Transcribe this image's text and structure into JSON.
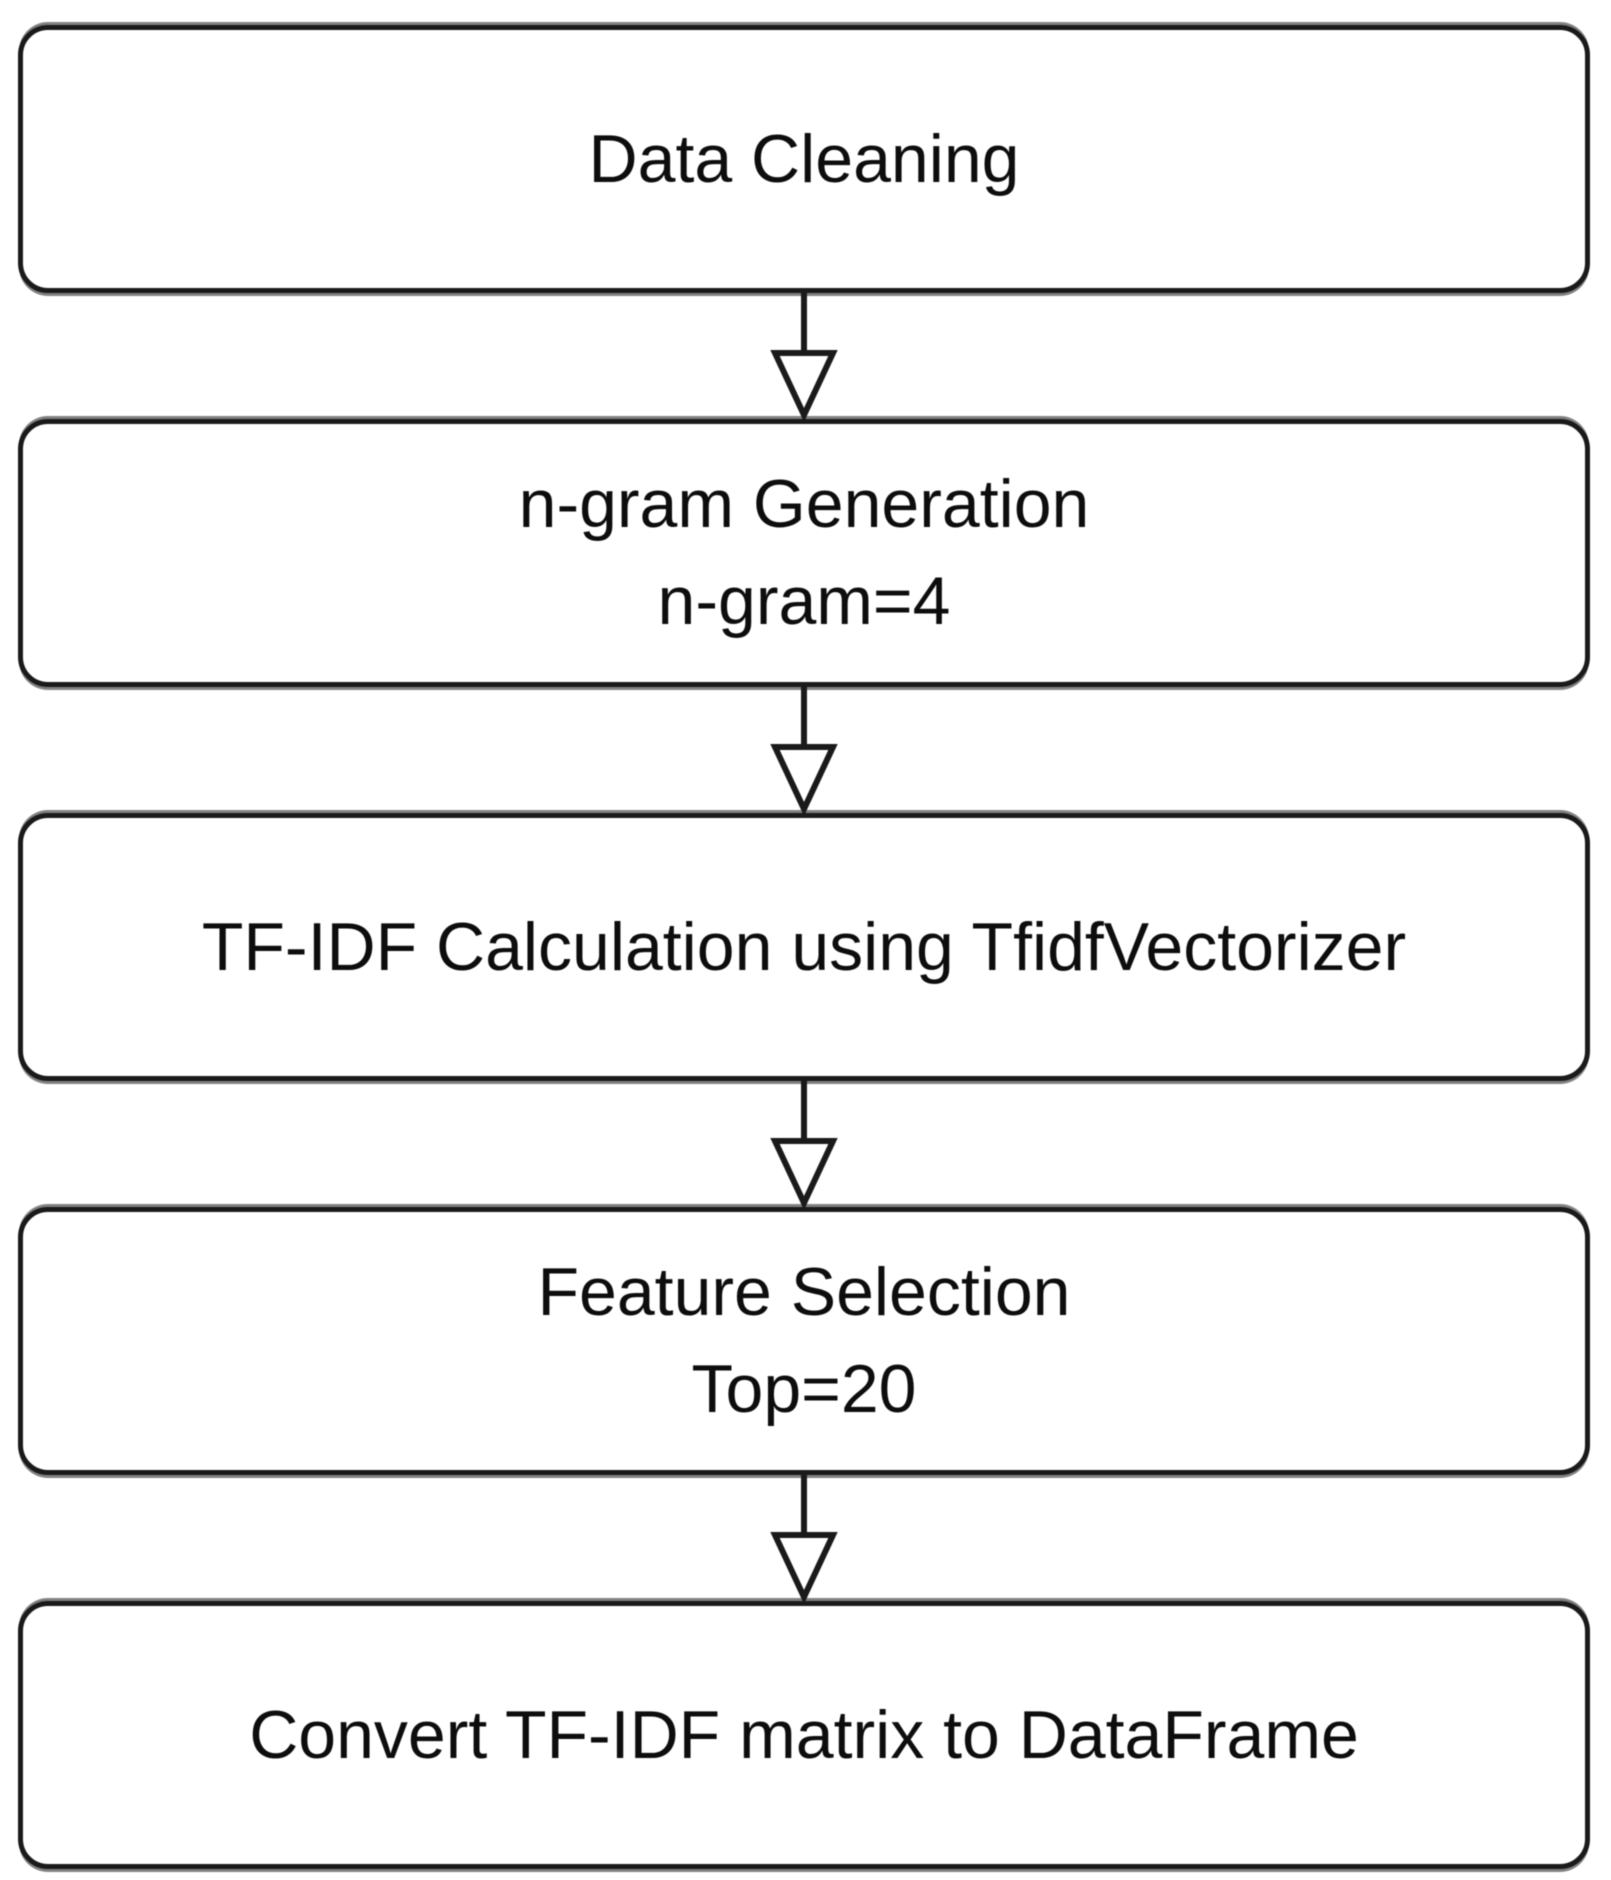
{
  "colors": {
    "background": "#ffffff",
    "node_fill": "#ffffff",
    "node_border": "#1a1a1a",
    "text": "#0d0d0d",
    "arrowhead_fill": "#ffffff"
  },
  "flowchart": {
    "type": "vertical-flowchart",
    "nodes": [
      {
        "id": "data-cleaning",
        "lines": [
          "Data Cleaning"
        ]
      },
      {
        "id": "ngram-generation",
        "lines": [
          "n-gram Generation",
          "n-gram=4"
        ]
      },
      {
        "id": "tfidf-calculation",
        "lines": [
          "TF-IDF Calculation using TfidfVectorizer"
        ]
      },
      {
        "id": "feature-selection",
        "lines": [
          "Feature Selection",
          "Top=20"
        ]
      },
      {
        "id": "convert-dataframe",
        "lines": [
          "Convert TF-IDF matrix to DataFrame"
        ]
      }
    ],
    "edges": [
      {
        "from": "data-cleaning",
        "to": "ngram-generation",
        "style": "open-triangle-arrowhead"
      },
      {
        "from": "ngram-generation",
        "to": "tfidf-calculation",
        "style": "open-triangle-arrowhead"
      },
      {
        "from": "tfidf-calculation",
        "to": "feature-selection",
        "style": "open-triangle-arrowhead"
      },
      {
        "from": "feature-selection",
        "to": "convert-dataframe",
        "style": "open-triangle-arrowhead"
      }
    ]
  }
}
